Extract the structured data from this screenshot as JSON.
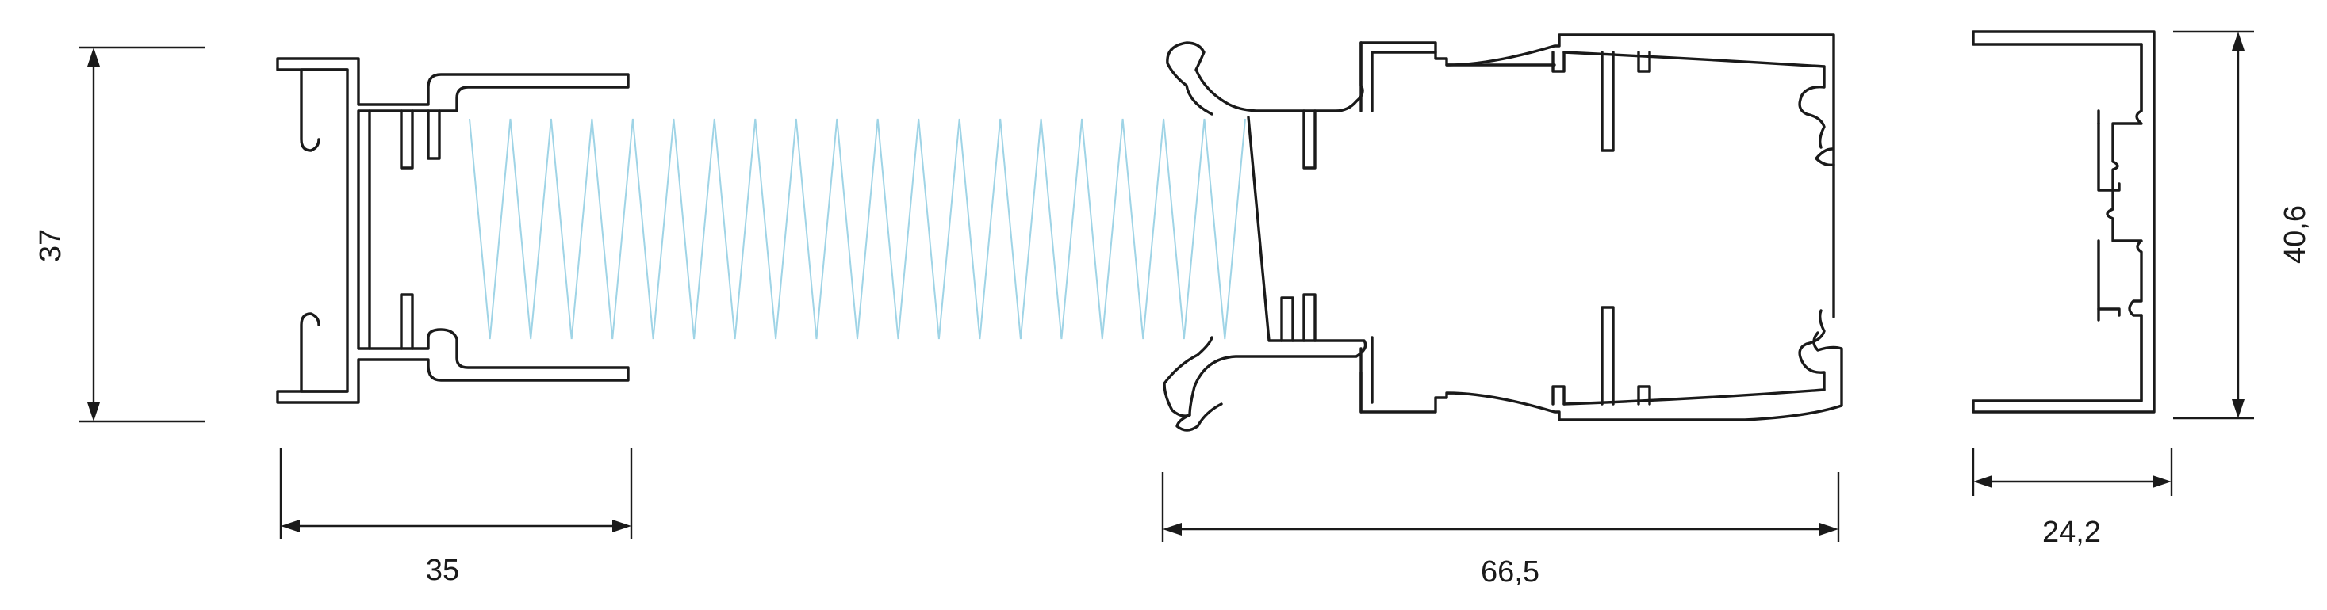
{
  "dimensions": {
    "left_height": "37",
    "left_width": "35",
    "middle_width": "66,5",
    "right_width": "24,2",
    "right_height": "40,6"
  },
  "colors": {
    "outline": "#1a1a1a",
    "pleated_mesh": "#9fd4e6"
  }
}
